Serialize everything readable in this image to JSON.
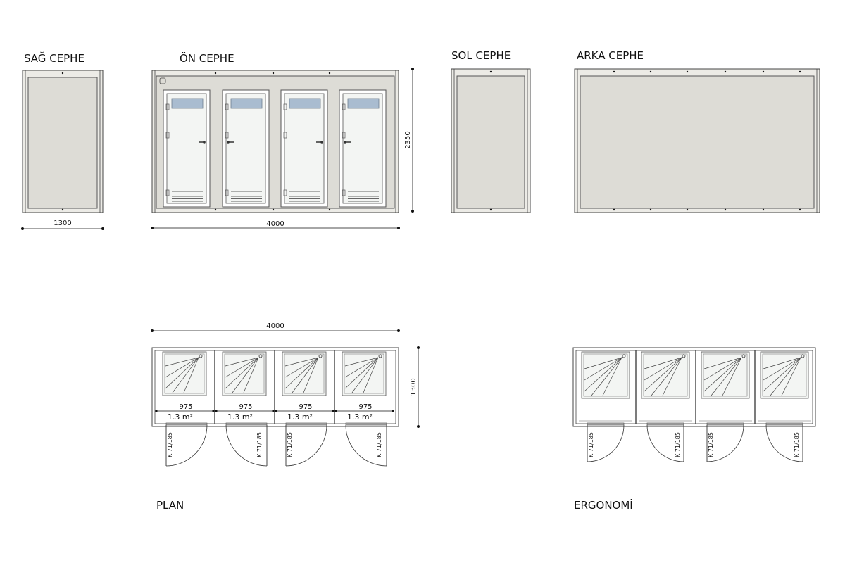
{
  "elevations": {
    "right_title": "SAĞ CEPHE",
    "front_title": "ÖN CEPHE",
    "left_title": "SOL CEPHE",
    "back_title": "ARKA CEPHE",
    "right_width": "1300",
    "front_width": "4000",
    "front_height": "2350"
  },
  "plan": {
    "title": "PLAN",
    "width": "4000",
    "depth": "1300",
    "cabin_depth": "1200",
    "cabins": [
      {
        "width": "975",
        "area": "1.3 m²",
        "door": "K 71/185"
      },
      {
        "width": "975",
        "area": "1.3 m²",
        "door": "K 71/185"
      },
      {
        "width": "975",
        "area": "1.3 m²",
        "door": "K 71/185"
      },
      {
        "width": "975",
        "area": "1.3 m²",
        "door": "K 71/185"
      }
    ]
  },
  "ergonomics": {
    "title": "ERGONOMİ",
    "doors": [
      "K 71/185",
      "K 71/185",
      "K 71/185",
      "K 71/185"
    ]
  }
}
